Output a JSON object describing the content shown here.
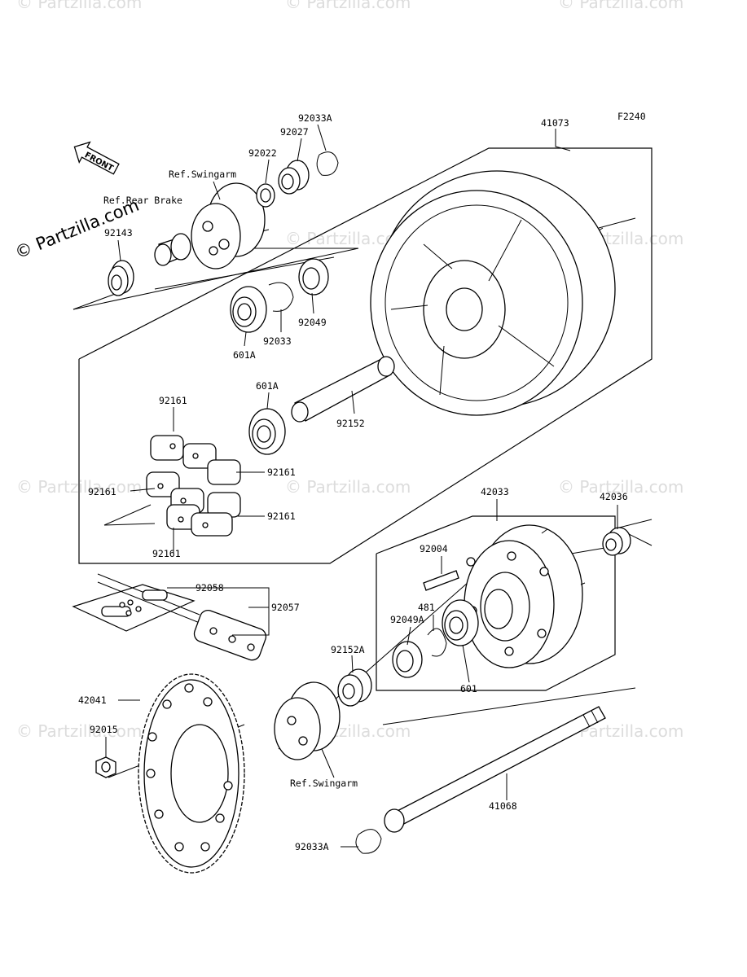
{
  "figure_code": "F2240",
  "watermark": {
    "main": "© Partzilla.com",
    "faint": "© Partzilla.com"
  },
  "front_arrow": "FRONT",
  "labels": {
    "p41073": "41073",
    "p92033A_top": "92033A",
    "p92027": "92027",
    "p92022": "92022",
    "ref_swingarm_top": "Ref.Swingarm",
    "ref_rear_brake": "Ref.Rear Brake",
    "p92143": "92143",
    "p92049": "92049",
    "p92033": "92033",
    "p601A_1": "601A",
    "p601A_2": "601A",
    "p92152": "92152",
    "p92161_top": "92161",
    "p92161_right1": "92161",
    "p92161_left": "92161",
    "p92161_right2": "92161",
    "p92161_bottom": "92161",
    "p42033": "42033",
    "p42036": "42036",
    "p92004": "92004",
    "p481": "481",
    "p92049A": "92049A",
    "p92152A": "92152A",
    "p601": "601",
    "p92058": "92058",
    "p92057": "92057",
    "p42041": "42041",
    "p92015": "92015",
    "ref_swingarm_bottom": "Ref.Swingarm",
    "p41068": "41068",
    "p92033A_bottom": "92033A"
  }
}
